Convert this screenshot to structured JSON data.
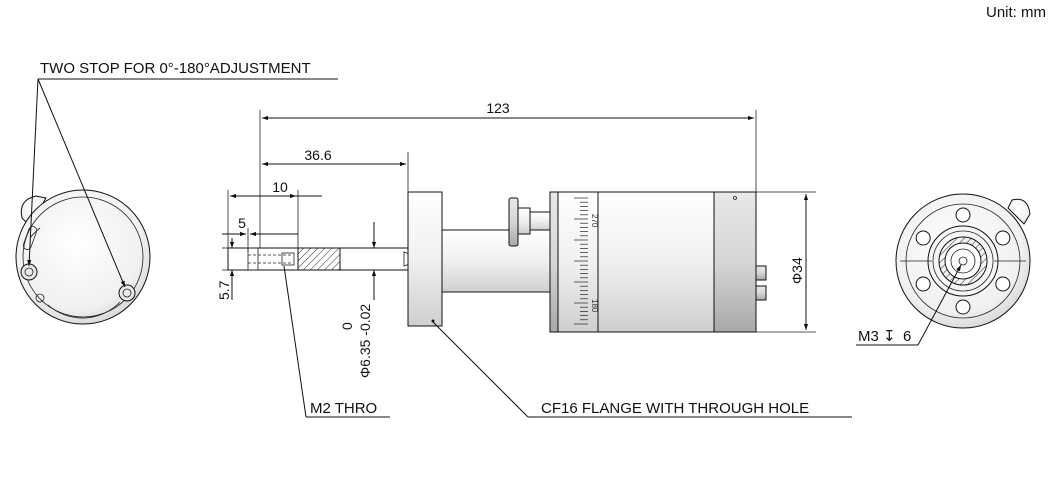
{
  "unit_label": "Unit: mm",
  "callouts": {
    "stop": "TWO STOP FOR 0°-180°ADJUSTMENT",
    "thread": "M2 THRO",
    "flange": "CF16  FLANGE  WITH  THROUGH  HOLE",
    "tap_prefix": "M3",
    "tap_symbol": "↧",
    "tap_depth": "6"
  },
  "dimensions": {
    "overall_length": "123",
    "to_flange": "36.6",
    "hole_offset": "10",
    "hole_pos": "5",
    "shaft_flat": "5.7",
    "tol_upper": "0",
    "shaft_diameter": "Φ6.35 -0.02",
    "body_diameter": "Φ34"
  },
  "scale": {
    "mark_top": "270",
    "mark_mid": "180"
  },
  "colors": {
    "line": "#111111",
    "fill_light": "#f2f2f2",
    "fill_dark": "#b5b5b5"
  }
}
